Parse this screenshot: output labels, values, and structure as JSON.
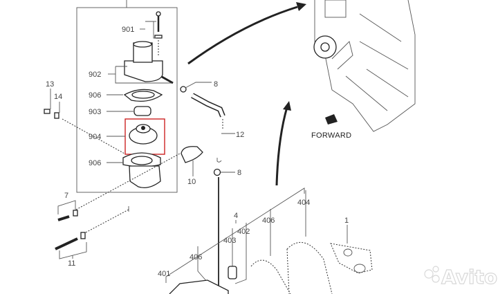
{
  "diagram": {
    "callouts": [
      "901",
      "902",
      "906",
      "903",
      "904",
      "906",
      "13",
      "14",
      "8",
      "12",
      "10",
      "8",
      "7",
      "11",
      "4",
      "402",
      "403",
      "406",
      "404",
      "1",
      "406",
      "401"
    ],
    "forward_label": "FORWARD",
    "highlight_color": "#cc2222",
    "highlighted_part": "904",
    "watermark": "Avito"
  }
}
